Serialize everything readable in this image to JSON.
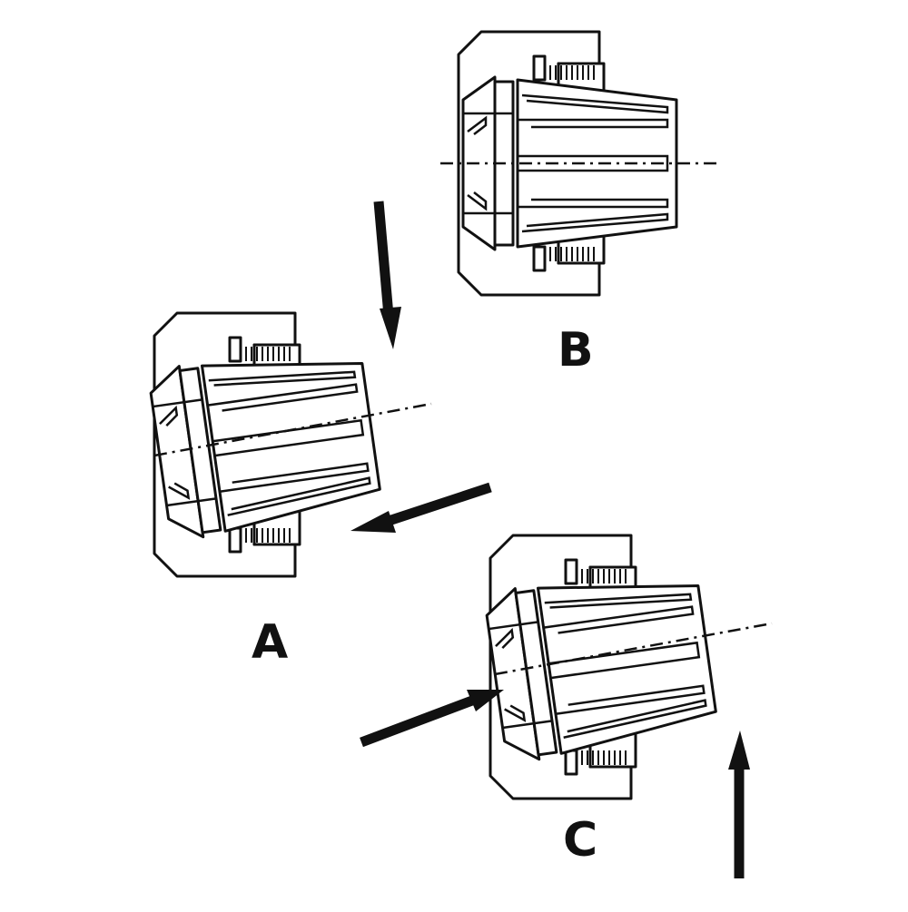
{
  "diagram": {
    "labels": {
      "a": "A",
      "b": "B",
      "c": "C"
    },
    "stroke_color": "#111111",
    "background": "#ffffff"
  }
}
